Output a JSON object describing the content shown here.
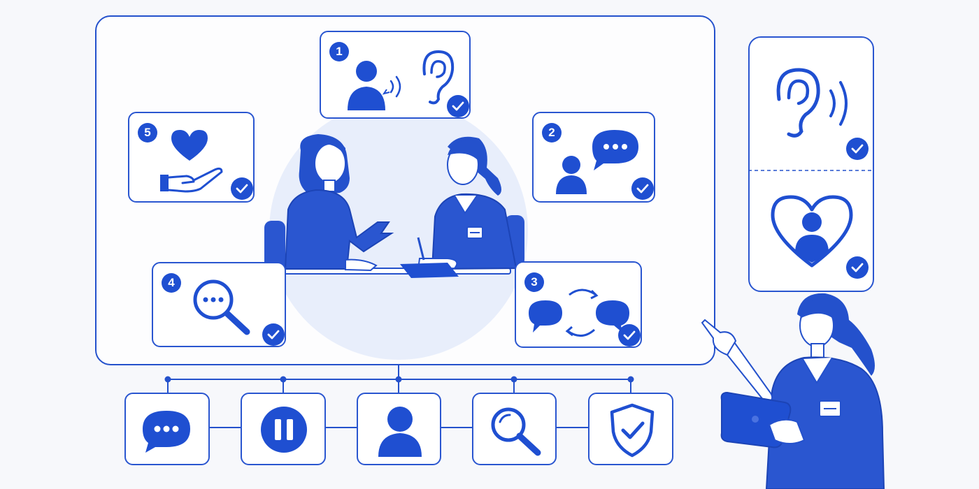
{
  "colors": {
    "primary": "#1f4fd1",
    "outline": "#2451cc",
    "soft_fill": "#e8eefb",
    "background": "#f7f8fb"
  },
  "steps": [
    {
      "number": "1",
      "icons": [
        "person-speaking-icon",
        "ear-icon",
        "check-icon"
      ]
    },
    {
      "number": "2",
      "icons": [
        "person-icon",
        "chat-bubble-icon",
        "check-icon"
      ]
    },
    {
      "number": "3",
      "icons": [
        "conversation-exchange-icon",
        "check-icon"
      ]
    },
    {
      "number": "4",
      "icons": [
        "search-chat-icon",
        "check-icon"
      ]
    },
    {
      "number": "5",
      "icons": [
        "heart-in-hand-icon",
        "check-icon"
      ]
    }
  ],
  "bottom_toolbar": {
    "icons": [
      "chat-bubble-icon",
      "pause-icon",
      "person-icon",
      "magnifier-icon",
      "shield-check-icon"
    ]
  },
  "side_panel": {
    "icons": [
      "ear-listening-icon",
      "heart-person-icon"
    ]
  },
  "illustrations": [
    "patient-nurse-conversation",
    "nurse-with-tablet-pointing"
  ]
}
